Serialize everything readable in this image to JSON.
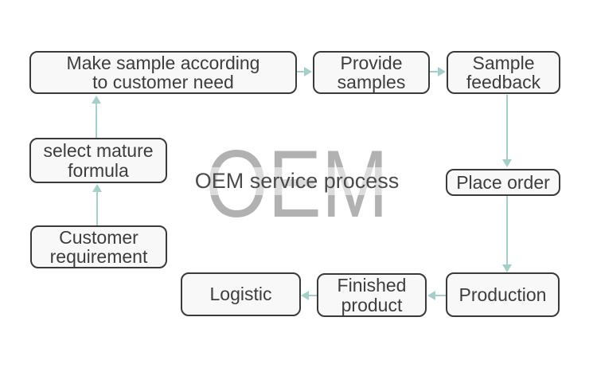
{
  "title": {
    "watermark": "OEM",
    "heading": "OEM service process"
  },
  "colors": {
    "arrow_color": "#a5cfca",
    "box_border": "#3a3a3a",
    "box_bg": "#f8f8f8",
    "box_text": "#3d3d3d",
    "watermark_color": "#b1b1b1",
    "heading_color": "#4a4a4a",
    "page_bg": "#ffffff"
  },
  "nodes": [
    {
      "id": "make-sample",
      "label": "Make sample according\nto customer need"
    },
    {
      "id": "provide-samples",
      "label": "Provide\nsamples"
    },
    {
      "id": "sample-feedback",
      "label": "Sample\nfeedback"
    },
    {
      "id": "select-mature-formula",
      "label": "select mature\nformula"
    },
    {
      "id": "customer-requirement",
      "label": "Customer\nrequirement"
    },
    {
      "id": "place-order",
      "label": "Place order"
    },
    {
      "id": "production",
      "label": "Production"
    },
    {
      "id": "finished-product",
      "label": "Finished\nproduct"
    },
    {
      "id": "logistic",
      "label": "Logistic"
    }
  ],
  "edges": [
    {
      "from": "customer-requirement",
      "to": "select-mature-formula"
    },
    {
      "from": "select-mature-formula",
      "to": "make-sample"
    },
    {
      "from": "make-sample",
      "to": "provide-samples"
    },
    {
      "from": "provide-samples",
      "to": "sample-feedback"
    },
    {
      "from": "sample-feedback",
      "to": "place-order"
    },
    {
      "from": "place-order",
      "to": "production"
    },
    {
      "from": "production",
      "to": "finished-product"
    },
    {
      "from": "finished-product",
      "to": "logistic"
    }
  ]
}
